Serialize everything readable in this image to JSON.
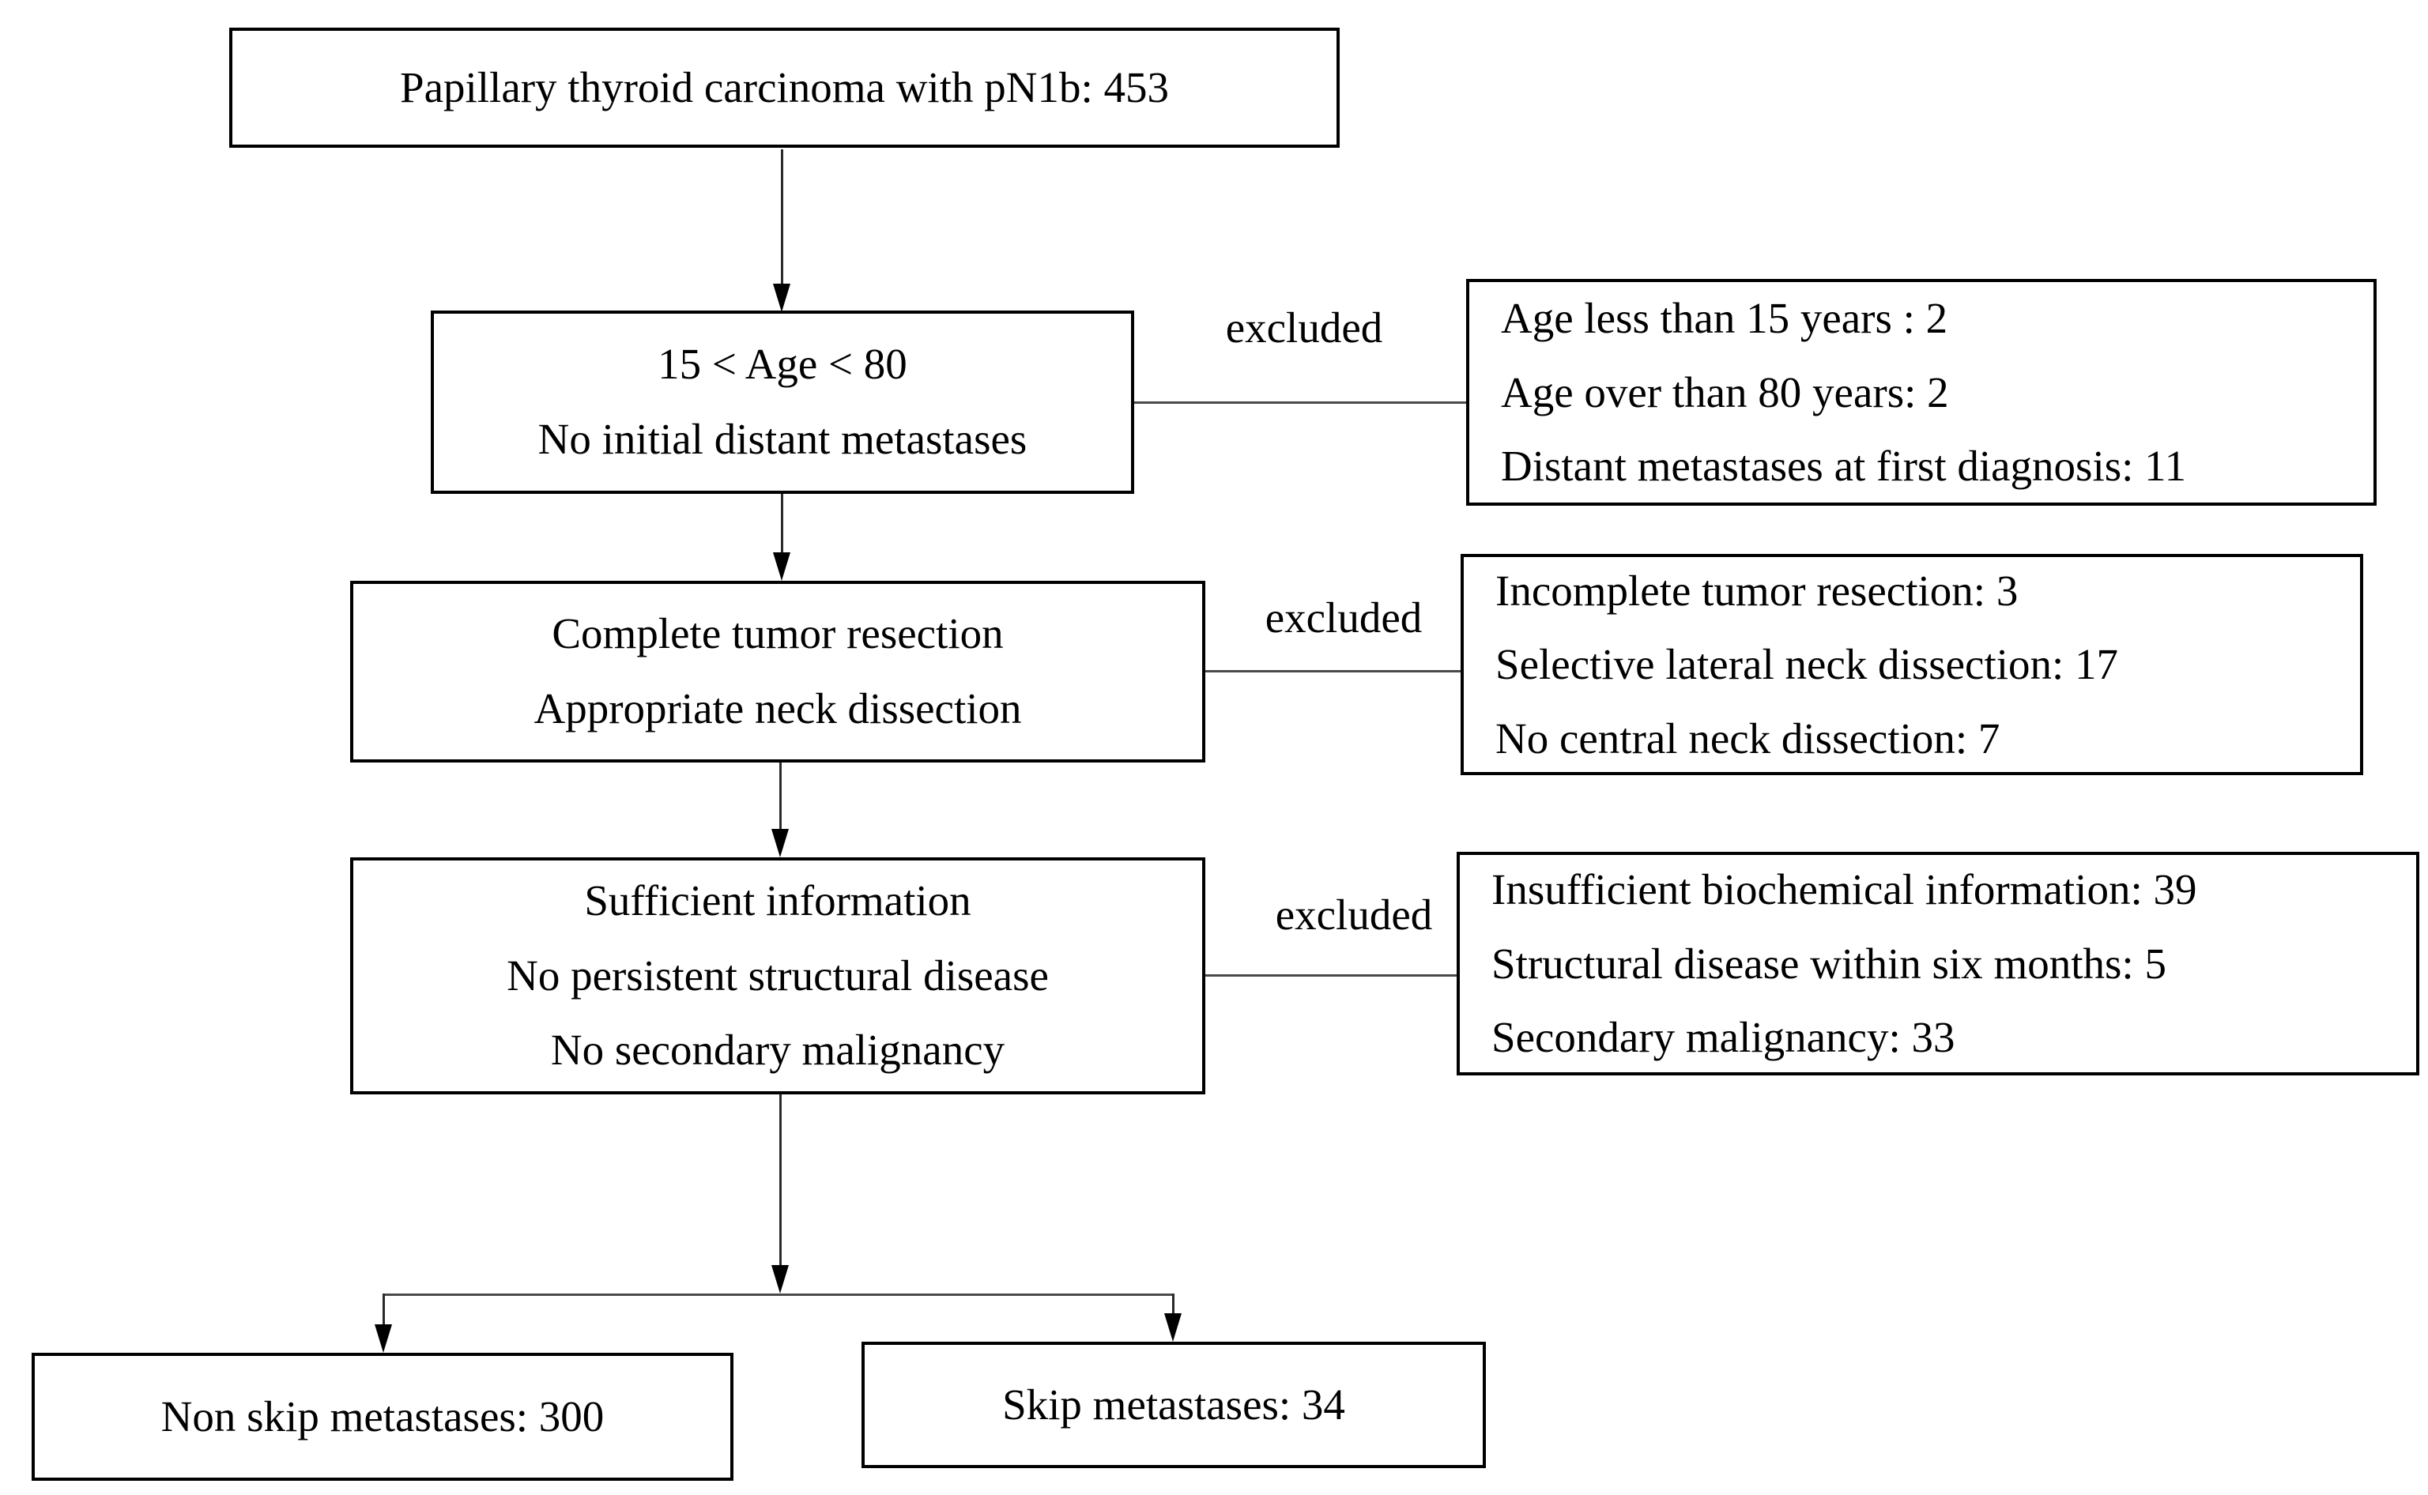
{
  "excluded_label": "excluded",
  "nodes": {
    "root": {
      "lines": [
        "Papillary thyroid carcinoma with pN1b: 453"
      ]
    },
    "age": {
      "lines": [
        "15 < Age < 80",
        "No initial distant metastases"
      ]
    },
    "resection": {
      "lines": [
        "Complete tumor resection",
        "Appropriate neck dissection"
      ]
    },
    "sufficient": {
      "lines": [
        "Sufficient information",
        "No persistent structural disease",
        "No secondary malignancy"
      ]
    },
    "nonskip": {
      "lines": [
        "Non skip metastases: 300"
      ]
    },
    "skip": {
      "lines": [
        "Skip metastases: 34"
      ]
    }
  },
  "exclusions": {
    "age": {
      "lines": [
        "Age less than 15 years : 2",
        "Age over than 80 years: 2",
        "Distant metastases at first diagnosis: 11"
      ]
    },
    "resection": {
      "lines": [
        "Incomplete tumor resection: 3",
        "Selective lateral neck dissection: 17",
        "No central neck dissection: 7"
      ]
    },
    "sufficient": {
      "lines": [
        "Insufficient biochemical information: 39",
        "Structural disease within six months: 5",
        "Secondary malignancy: 33"
      ]
    }
  },
  "colors": {
    "stroke": "#000000",
    "background": "#ffffff"
  }
}
